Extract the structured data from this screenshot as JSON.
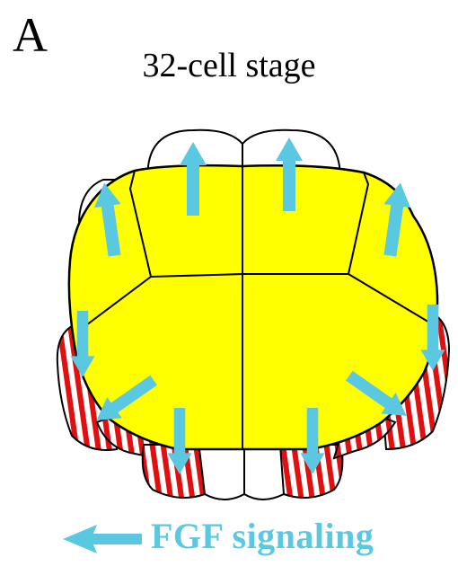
{
  "panel_label": "A",
  "title": "32-cell stage",
  "legend": {
    "label": "FGF signaling"
  },
  "colors": {
    "yolk_cell_fill": "#ffff00",
    "outline": "#000000",
    "marginal_stripe_red": "#e01010",
    "marginal_stripe_white": "#ffffff",
    "arrow": "#5bc8e2",
    "legend_text": "#5bc8e2"
  },
  "icons": {
    "signal_arrow": "blue-arrow-icon",
    "legend_arrow": "legend-arrow-icon"
  }
}
